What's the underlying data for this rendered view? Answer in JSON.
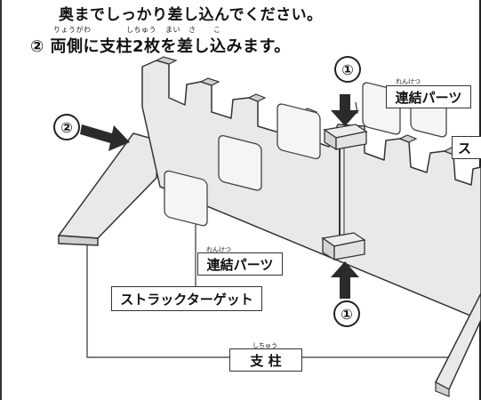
{
  "instructions": {
    "line1": "奥までしっかり差し込んでください。",
    "line2": "② 両側に支柱2枚を差し込みます。",
    "ruby_ryougawa": "りょうがわ",
    "ruby_shichuu": "しちゅう",
    "ruby_mai": "まい",
    "ruby_sa": "さ",
    "ruby_ko": "こ"
  },
  "labels": {
    "renketsu_top": "連結パーツ",
    "renketsu_top_ruby": "れんけつ",
    "renketsu_bottom": "連結パーツ",
    "renketsu_bottom_ruby": "れんけつ",
    "struck_target": "ストラックターゲット",
    "struck_target_partial": "ス",
    "shichuu": "支 柱",
    "shichuu_ruby": "しちゅう"
  },
  "markers": {
    "step1_top": "①",
    "step1_bottom": "①",
    "step2": "②"
  },
  "colors": {
    "panel_fill": "#e9e9e9",
    "panel_shade": "#cfcfcf",
    "stroke": "#333333",
    "arrow": "#2b2b2b"
  }
}
